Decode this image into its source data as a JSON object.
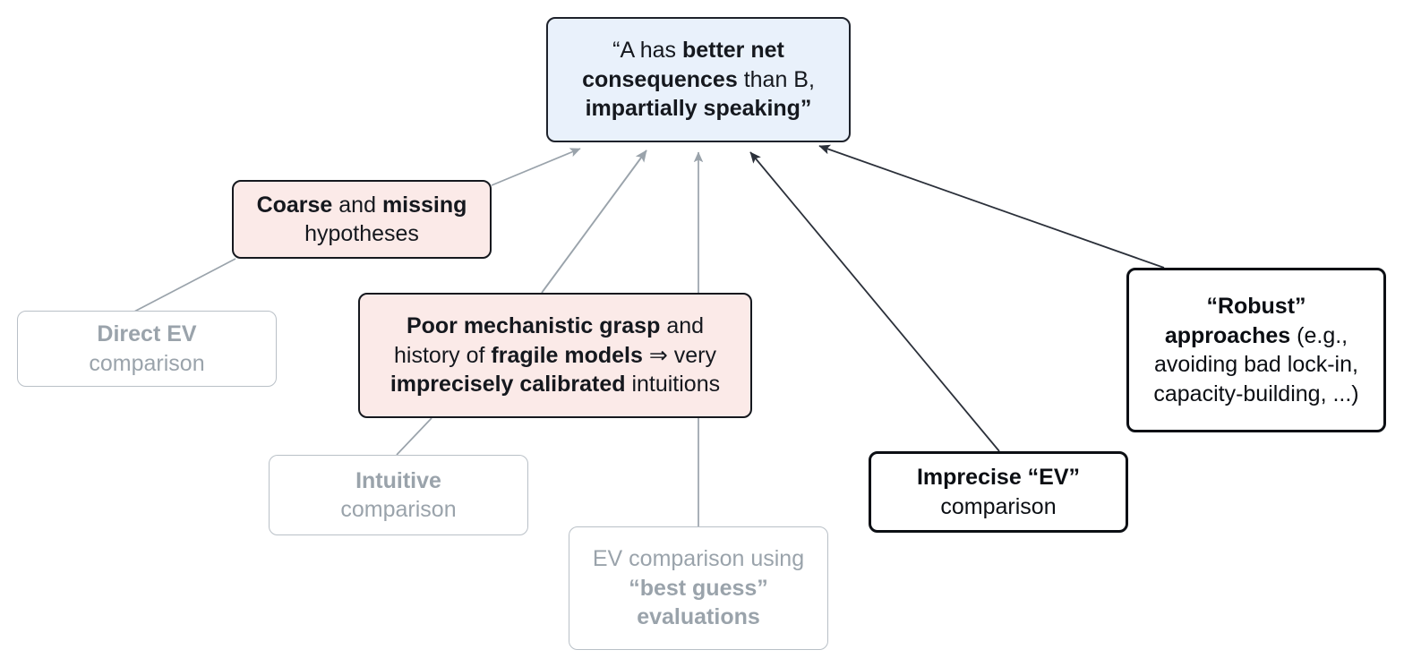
{
  "diagram": {
    "title": "Argument map: comparing A and B impartially",
    "colors": {
      "claim_fill": "#e9f1fb",
      "objection_fill": "#fbeae8",
      "muted_border": "#b9c0c7",
      "muted_text": "#9aa3ab",
      "strong_border": "#0c0f14",
      "edge_light": "#9aa3ab",
      "edge_dark": "#2b303a"
    },
    "nodes": [
      {
        "id": "main-claim",
        "kind": "claim",
        "line1_plain_open": "“A has ",
        "line1_bold": "better net",
        "line2_bold": "consequences",
        "line2_plain": " than B,",
        "line3_bold": "impartially speaking”",
        "plain_text": "“A has better net consequences than B, impartially speaking”"
      },
      {
        "id": "coarse-missing",
        "kind": "objection",
        "line1_bold_a": "Coarse",
        "line1_plain": " and ",
        "line1_bold_b": "missing",
        "line2_plain": "hypotheses",
        "plain_text": "Coarse and missing hypotheses"
      },
      {
        "id": "direct-ev",
        "kind": "muted",
        "line1_bold": "Direct EV",
        "line2_plain": "comparison",
        "plain_text": "Direct EV comparison"
      },
      {
        "id": "poor-grasp",
        "kind": "objection",
        "line1_bold": "Poor mechanistic grasp",
        "line1_plain": " and",
        "line2_plain_a": "history of ",
        "line2_bold": "fragile models",
        "line2_plain_b": " ⇒ very",
        "line3_bold": "imprecisely calibrated",
        "line3_plain": " intuitions",
        "plain_text": "Poor mechanistic grasp and history of fragile models ⇒ very imprecisely calibrated intuitions"
      },
      {
        "id": "intuitive",
        "kind": "muted",
        "line1_bold": "Intuitive",
        "line2_plain": "comparison",
        "plain_text": "Intuitive comparison"
      },
      {
        "id": "best-guess-ev",
        "kind": "muted",
        "line1_plain": "EV comparison using",
        "line2_bold": "“best guess”",
        "line3_bold": "evaluations",
        "plain_text": "EV comparison using “best guess” evaluations"
      },
      {
        "id": "imprecise-ev",
        "kind": "strong",
        "line1_bold": "Imprecise “EV”",
        "line2_plain": "comparison",
        "plain_text": "Imprecise “EV” comparison"
      },
      {
        "id": "robust-approaches",
        "kind": "strong",
        "line1_bold": "“Robust”",
        "line2_bold": "approaches",
        "line2_plain": " (e.g.,",
        "line3_plain": "avoiding bad lock-in,",
        "line4_plain": "capacity-building, ...)",
        "plain_text": "“Robust” approaches (e.g., avoiding bad lock-in, capacity-building, ...)"
      }
    ],
    "edges": [
      {
        "id": "edge-direct-ev-to-coarse",
        "from": "direct-ev",
        "to": "coarse-missing",
        "style": "light",
        "arrow": false
      },
      {
        "id": "edge-coarse-to-claim",
        "from": "coarse-missing",
        "to": "main-claim",
        "style": "light",
        "arrow": true
      },
      {
        "id": "edge-intuitive-to-poor-grasp",
        "from": "intuitive",
        "to": "poor-grasp",
        "style": "light",
        "arrow": false
      },
      {
        "id": "edge-poor-grasp-to-claim",
        "from": "poor-grasp",
        "to": "main-claim",
        "style": "light",
        "arrow": true
      },
      {
        "id": "edge-best-guess-to-claim",
        "from": "best-guess-ev",
        "to": "main-claim",
        "style": "light",
        "arrow": true
      },
      {
        "id": "edge-imprecise-ev-to-claim",
        "from": "imprecise-ev",
        "to": "main-claim",
        "style": "dark",
        "arrow": true
      },
      {
        "id": "edge-robust-to-claim",
        "from": "robust-approaches",
        "to": "main-claim",
        "style": "dark",
        "arrow": true
      }
    ]
  }
}
